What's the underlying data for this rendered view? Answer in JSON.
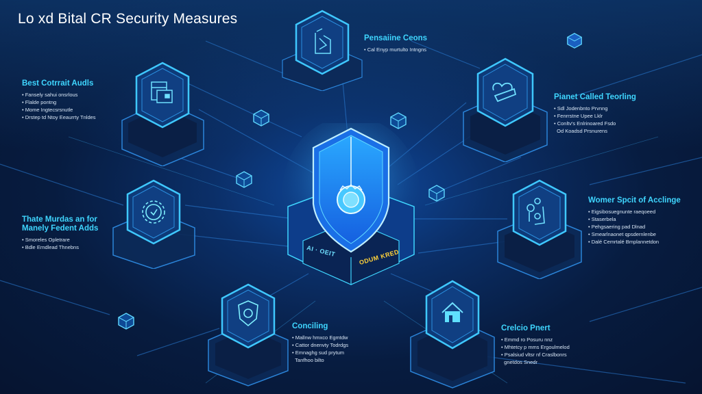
{
  "title": "Lo xd Bital CR Security Measures",
  "center": {
    "icon": "shield-lock-icon",
    "pedestal_left_text": "AI · OEIT",
    "pedestal_right_text": "ODUM KRED",
    "colors": {
      "shield": "#1e90ff",
      "glow": "#38c8ff",
      "pedestal_text_left": "#6fe0ff",
      "pedestal_text_right": "#ffd23a"
    }
  },
  "nodes": [
    {
      "id": "top-left",
      "icon": "audit-documents-icon",
      "heading": "Best Cotrrait Audls",
      "items": [
        "Fansely sahui onsrlous",
        "Flalde pontng",
        "Mome Ingtecsrsnutle",
        "Drstep td Ntoy Eeaurrty Tnldes"
      ]
    },
    {
      "id": "top-center",
      "icon": "circuit-lock-icon",
      "heading": "Pensaiine Ceons",
      "items": [
        "Cal Enyp murtulto Intngns"
      ]
    },
    {
      "id": "top-right",
      "icon": "cloud-key-icon",
      "heading": "Pianet Called Teorling",
      "items": [
        "Sdl Jodenbnto Prvnng",
        "Fenrrstne Upee Lklr",
        "Conltv's Enlrinoared Fsdo",
        "Od Koadsd Prsnurens"
      ]
    },
    {
      "id": "mid-left",
      "icon": "gear-shield-icon",
      "heading": "Thate Murdas an for Manely Fedent Adds",
      "items": [
        "Smoreles Opletrare",
        "Bdle Erndlead Thnebns"
      ]
    },
    {
      "id": "mid-right",
      "icon": "users-network-icon",
      "heading": "Womer Spcit of Acclinge",
      "items": [
        "Eigsibosuegnunte raeqoeed",
        "Staserbela",
        "Pehgsaering pad Dlnad",
        "Smearlnaonet qpsdernlenbe",
        "Dalé Cemrtalé Bmplannetdon"
      ]
    },
    {
      "id": "bottom-center",
      "icon": "shield-key-icon",
      "heading": "Conciling",
      "items": [
        "Mallnw hmxco Egmtdw",
        "Cattor dnenvty Todrdgs",
        "Emnaghg sud prytum"
      ],
      "continuation": "Tanfhoo bilto"
    },
    {
      "id": "bottom-right",
      "icon": "home-lock-icon",
      "heading": "Crelcio Pnert",
      "items": [
        "Emmd ro Posuru nnz",
        "Mhtetcy p mms Ergoulmelod",
        "Psalsiud vltsr nf Craslbonrs"
      ],
      "continuation": "gnetdos Snedr"
    }
  ],
  "decorations": {
    "small_cube_icons": [
      "cube-icon",
      "cube-icon",
      "cube-icon",
      "cube-icon",
      "cube-icon",
      "cube-icon",
      "cube-icon"
    ]
  },
  "colors": {
    "background_dark": "#061430",
    "background_mid": "#0b2f68",
    "accent_cyan": "#3fd6ff",
    "line_blue": "#2b7fd8",
    "text_light": "#d8e6f5"
  }
}
